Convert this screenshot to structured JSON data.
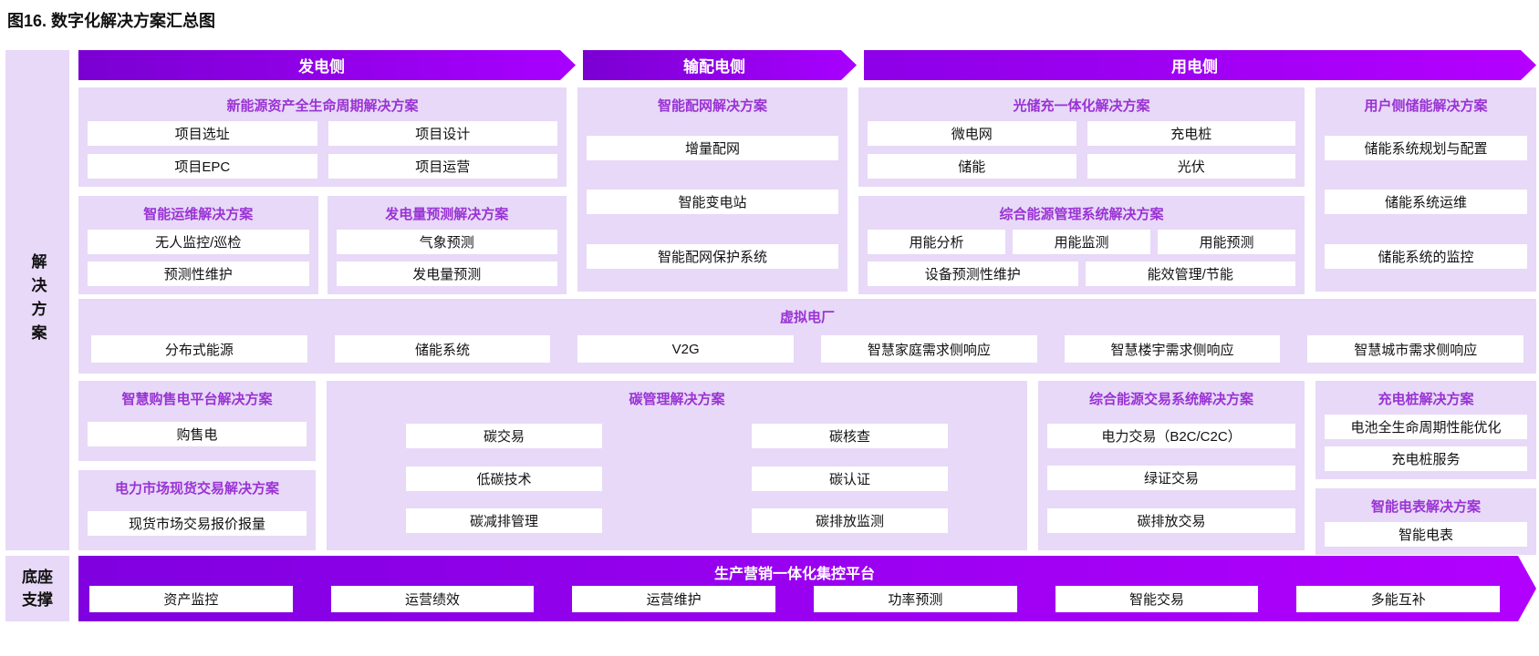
{
  "title": "图16. 数字化解决方案汇总图",
  "colors": {
    "accent_gradient_start": "#7a00d2",
    "accent_gradient_end": "#b400ff",
    "block_bg": "#e7d9f7",
    "block_title": "#9a33d4",
    "text": "#111111",
    "box_bg": "#ffffff"
  },
  "sidebar": {
    "solutions": "解决方案",
    "base": "底座支撑"
  },
  "arrows": [
    {
      "label": "发电侧"
    },
    {
      "label": "输配电侧"
    },
    {
      "label": "用电侧"
    }
  ],
  "blocks": {
    "new_energy": {
      "title": "新能源资产全生命周期解决方案",
      "items": [
        "项目选址",
        "项目设计",
        "项目EPC",
        "项目运营"
      ]
    },
    "smart_om": {
      "title": "智能运维解决方案",
      "items": [
        "无人监控/巡检",
        "预测性维护"
      ]
    },
    "gen_forecast": {
      "title": "发电量预测解决方案",
      "items": [
        "气象预测",
        "发电量预测"
      ]
    },
    "smart_grid": {
      "title": "智能配网解决方案",
      "items": [
        "增量配网",
        "智能变电站",
        "智能配网保护系统"
      ]
    },
    "pv_storage": {
      "title": "光储充一体化解决方案",
      "items": [
        "微电网",
        "充电桩",
        "储能",
        "光伏"
      ]
    },
    "energy_mgmt": {
      "title": "综合能源管理系统解决方案",
      "row1": [
        "用能分析",
        "用能监测",
        "用能预测"
      ],
      "row2": [
        "设备预测性维护",
        "能效管理/节能"
      ]
    },
    "user_storage": {
      "title": "用户侧储能解决方案",
      "items": [
        "储能系统规划与配置",
        "储能系统运维",
        "储能系统的监控"
      ]
    },
    "vpp": {
      "title": "虚拟电厂",
      "items": [
        "分布式能源",
        "储能系统",
        "V2G",
        "智慧家庭需求侧响应",
        "智慧楼宇需求侧响应",
        "智慧城市需求侧响应"
      ]
    },
    "trading_platform": {
      "title": "智慧购售电平台解决方案",
      "items": [
        "购售电"
      ]
    },
    "spot_market": {
      "title": "电力市场现货交易解决方案",
      "items": [
        "现货市场交易报价报量"
      ]
    },
    "carbon": {
      "title": "碳管理解决方案",
      "items": [
        "碳交易",
        "碳核查",
        "低碳技术",
        "碳认证",
        "碳减排管理",
        "碳排放监测"
      ]
    },
    "energy_trading": {
      "title": "综合能源交易系统解决方案",
      "items": [
        "电力交易（B2C/C2C）",
        "绿证交易",
        "碳排放交易"
      ]
    },
    "charging": {
      "title": "充电桩解决方案",
      "items": [
        "电池全生命周期性能优化",
        "充电桩服务"
      ]
    },
    "smart_meter": {
      "title": "智能电表解决方案",
      "items": [
        "智能电表"
      ]
    },
    "platform": {
      "title": "生产营销一体化集控平台",
      "items": [
        "资产监控",
        "运营绩效",
        "运营维护",
        "功率预测",
        "智能交易",
        "多能互补"
      ]
    }
  }
}
